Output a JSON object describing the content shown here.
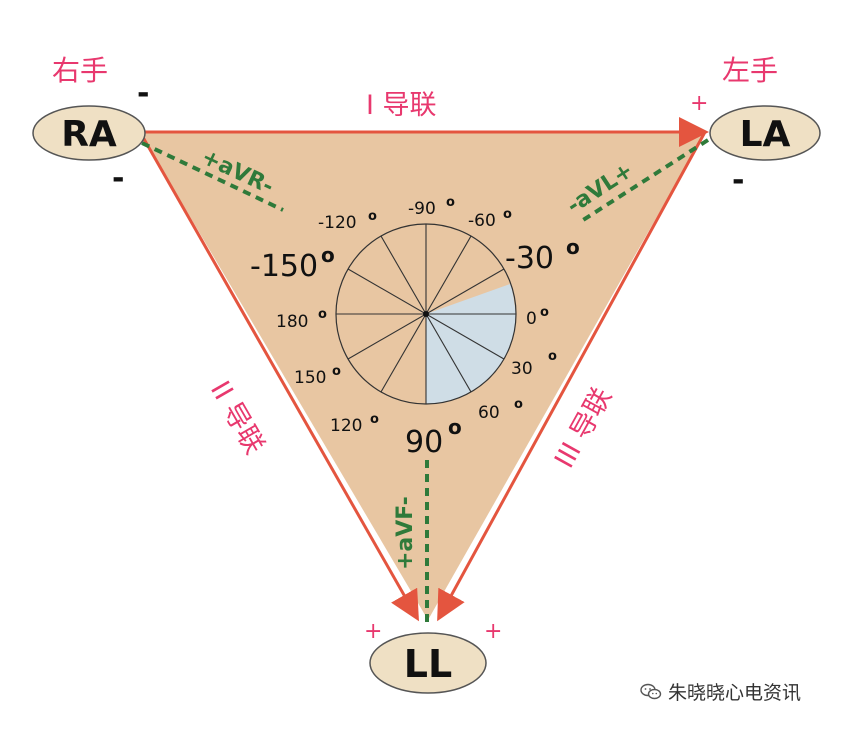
{
  "colors": {
    "triangle_fill": "#e8c6a2",
    "lead_arrow": "#e4553f",
    "aug_lead": "#2f7a3a",
    "label_pink": "#e8386e",
    "electrode_fill": "#efe0c4",
    "wheel_fill": "#f4e3c6",
    "wheel_highlight": "#cfdde6"
  },
  "electrodes": {
    "ra": {
      "label": "RA",
      "limb": "右手",
      "sign_top": "-",
      "sign_bottom": "-"
    },
    "la": {
      "label": "LA",
      "limb": "左手",
      "sign_left": "+",
      "sign_bottom": "-"
    },
    "ll": {
      "label": "LL",
      "sign_left": "+",
      "sign_right": "+"
    }
  },
  "leads": {
    "lead_i": "I 导联",
    "lead_ii": "II 导联",
    "lead_iii": "III 导联"
  },
  "augmented": {
    "avr": "+aVR-",
    "avl": "-aVL+",
    "avf": "+aVF-"
  },
  "angles": {
    "a_neg90": "-90",
    "a_neg60": "-60",
    "a_neg30": "-30",
    "a_0": "0",
    "a_30": "30",
    "a_60": "60",
    "a_90": "90",
    "a_120": "120",
    "a_150": "150",
    "a_180": "180",
    "a_neg150": "-150",
    "a_neg120": "-120"
  },
  "degree_symbol": "o",
  "watermark": {
    "icon": "wechat-icon",
    "text": "朱晓晓心电资讯"
  }
}
